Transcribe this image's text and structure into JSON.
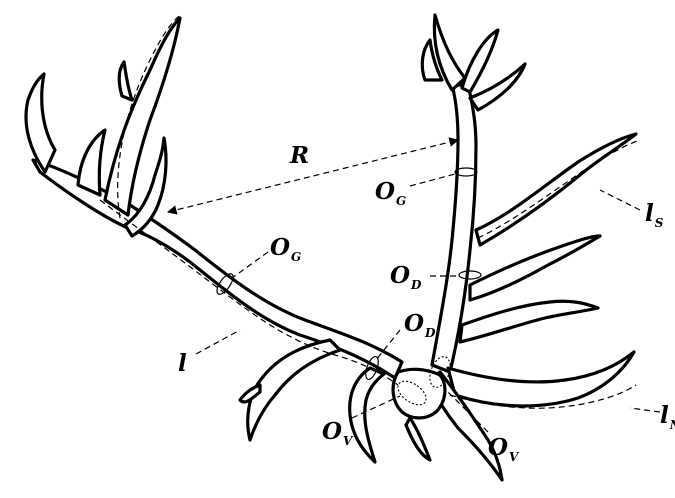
{
  "labels": {
    "R": {
      "main": "R",
      "sub": ""
    },
    "OG_right": {
      "main": "O",
      "sub": "G"
    },
    "OG_left": {
      "main": "O",
      "sub": "G"
    },
    "OD_right": {
      "main": "O",
      "sub": "D"
    },
    "OD_left": {
      "main": "O",
      "sub": "D"
    },
    "OV_left": {
      "main": "O",
      "sub": "V"
    },
    "OV_right": {
      "main": "O",
      "sub": "V"
    },
    "l": {
      "main": "l",
      "sub": ""
    },
    "lS": {
      "main": "l",
      "sub": "S"
    },
    "lN": {
      "main": "l",
      "sub": "N"
    }
  }
}
